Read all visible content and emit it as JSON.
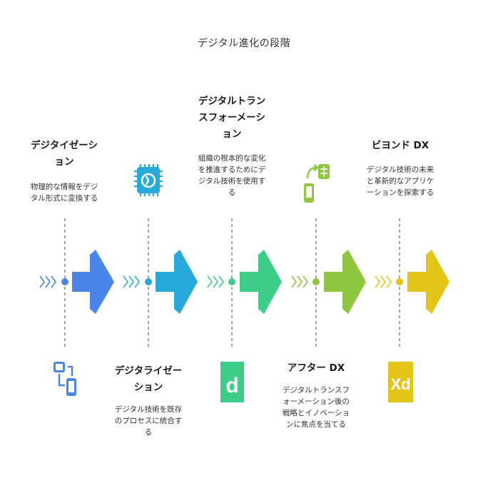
{
  "title": "デジタル進化の段階",
  "colors": {
    "stage1": "#4a86e8",
    "stage2": "#27a9d9",
    "stage3": "#3dcc8a",
    "stage4": "#8ec63f",
    "stage5": "#e3c51a"
  },
  "stages": [
    {
      "title_lines": [
        "デジタイゼーシ",
        "ョン"
      ],
      "desc_lines": [
        "物理的な情報をデジ",
        "タル形式に変換する"
      ],
      "icon": "devices-icon",
      "position": "top"
    },
    {
      "title_lines": [
        "デジタライゼー",
        "ション"
      ],
      "desc_lines": [
        "デジタル技術を既存",
        "のプロセスに統合す",
        "る"
      ],
      "icon": "processor-chip-icon",
      "position": "bottom"
    },
    {
      "title_lines": [
        "デジタルトラン",
        "スフォーメーシ",
        "ョン"
      ],
      "desc_lines": [
        "組織の根本的な変化",
        "を推進するためにデ",
        "ジタル技術を使用す",
        "る"
      ],
      "icon": "letter-d-icon",
      "position": "top"
    },
    {
      "title_lines": [
        "アフター DX"
      ],
      "desc_lines": [
        "デジタルトランスフ",
        "ォーメーション後の",
        "戦略とイノベーショ",
        "ンに焦点を当てる"
      ],
      "icon": "mobile-sync-icon",
      "position": "bottom"
    },
    {
      "title_lines": [
        "ビヨンド DX"
      ],
      "desc_lines": [
        "デジタル技術の未来",
        "と革新的なアプリケ",
        "ーションを探索する"
      ],
      "icon": "dx-badge-icon",
      "position": "top"
    }
  ],
  "icon_text": {
    "d_letter": "d",
    "dx_letters": "Xd"
  }
}
